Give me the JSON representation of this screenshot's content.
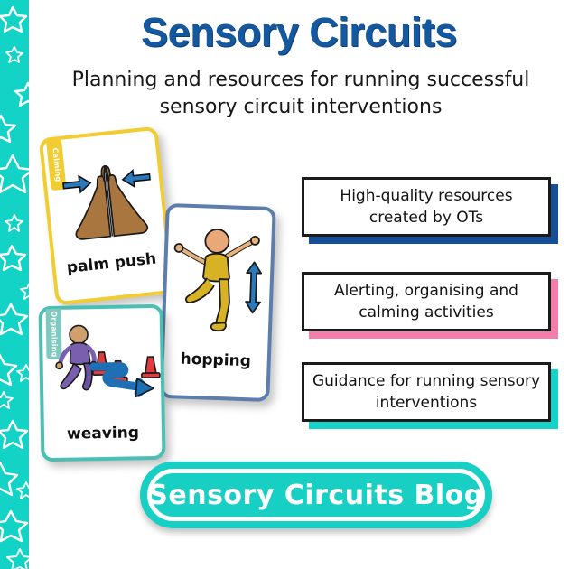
{
  "theme": {
    "teal": "#13d2c6",
    "title_blue": "#14599f",
    "pink": "#f47eab",
    "deep_blue": "#174f97",
    "yellow": "#f2cc33",
    "card_blue_border": "#5d7ead",
    "card_teal_border": "#4bbfb4",
    "text_black": "#121212"
  },
  "header": {
    "title": "Sensory Circuits",
    "subtitle": "Planning and resources for running successful sensory circuit interventions"
  },
  "sidebar": {
    "icon": "star-pattern-strip",
    "star_count": 17
  },
  "cards": [
    {
      "label": "palm push",
      "category_tab": "Calming",
      "tab_color": "#f2cc33",
      "border_color": "#f2cc33",
      "art_icon": "praying-hands-with-inward-arrows-icon",
      "art_description": "two brown palms pressed together with blue arrows pushing inward from both sides"
    },
    {
      "label": "hopping",
      "category_tab": "",
      "tab_color": "",
      "border_color": "#5d7ead",
      "art_icon": "hopping-figure-icon",
      "art_description": "child in yellow clothes hopping on one leg beside a blue vertical double arrow"
    },
    {
      "label": "weaving",
      "category_tab": "Organising",
      "tab_color": "#7fc9bf",
      "border_color": "#4bbfb4",
      "art_icon": "weaving-figure-cones-icon",
      "art_description": "child in purple clothes weaving between red cones along a blue zig-zag arrow"
    }
  ],
  "features": [
    {
      "text": "High-quality resources created by OTs",
      "shadow_color": "#174f97"
    },
    {
      "text": "Alerting, organising and calming activities",
      "shadow_color": "#f47eab"
    },
    {
      "text": "Guidance for running sensory interventions",
      "shadow_color": "#14d3c8"
    }
  ],
  "cta": {
    "label": "Sensory Circuits Blog"
  }
}
